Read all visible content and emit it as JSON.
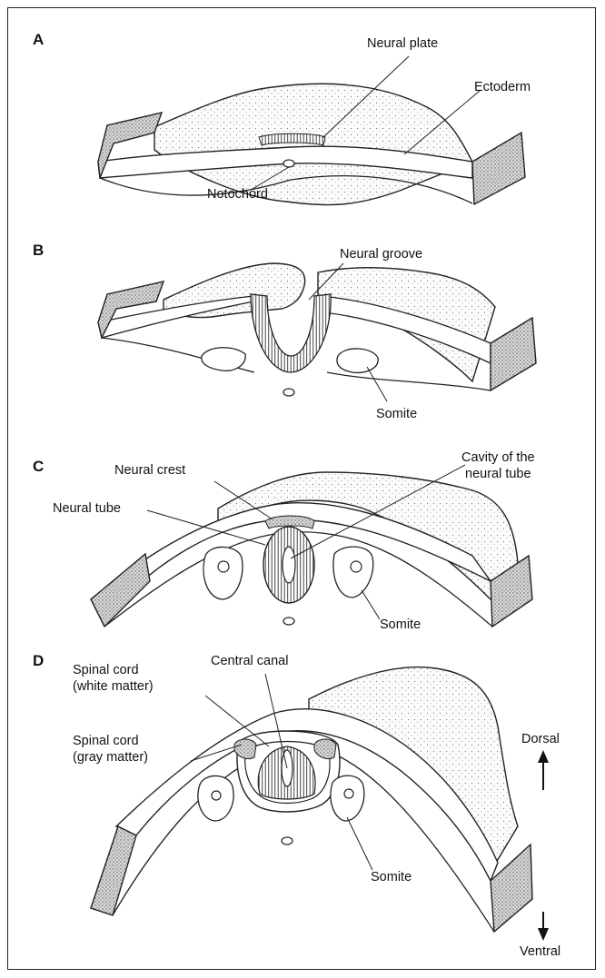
{
  "figure": {
    "panels": [
      {
        "letter": "A",
        "labels": {
          "neural_plate": "Neural plate",
          "ectoderm": "Ectoderm",
          "notochord": "Notochord"
        }
      },
      {
        "letter": "B",
        "labels": {
          "neural_groove": "Neural groove",
          "somite": "Somite"
        }
      },
      {
        "letter": "C",
        "labels": {
          "neural_crest": "Neural crest",
          "cavity_line1": "Cavity of the",
          "cavity_line2": "neural tube",
          "neural_tube": "Neural tube",
          "somite": "Somite"
        }
      },
      {
        "letter": "D",
        "labels": {
          "central_canal": "Central canal",
          "white_line1": "Spinal cord",
          "white_line2": "(white matter)",
          "gray_line1": "Spinal cord",
          "gray_line2": "(gray matter)",
          "somite": "Somite",
          "dorsal": "Dorsal",
          "ventral": "Ventral"
        }
      }
    ]
  }
}
